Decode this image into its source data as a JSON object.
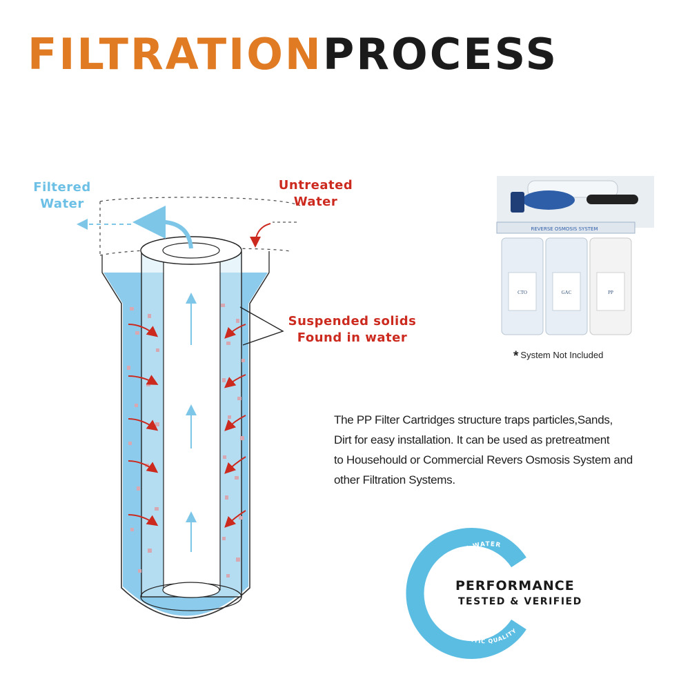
{
  "title": {
    "part1": "FILTRATION",
    "part2": "PROCESS"
  },
  "labels": {
    "filtered": [
      "Filtered",
      "Water"
    ],
    "untreated": [
      "Untreated",
      "Water"
    ],
    "solids": [
      "Suspended solids",
      "Found in water"
    ]
  },
  "product_photo": {
    "panel_text": "REVERSE OSMOSIS SYSTEM",
    "housing_labels": [
      "CTO",
      "GAC",
      "PP"
    ]
  },
  "note": {
    "asterisk": "*",
    "text": "System Not  Included"
  },
  "description": [
    "The PP Filter Cartridges structure traps particles,Sands,",
    "Dirt for easy installation. It can be used as pretreatment",
    "to Househould or Commercial Revers Osmosis System and",
    "other Filtration Systems."
  ],
  "badge": {
    "ring_text_top": "FILSADAE WATER",
    "ring_text_bottom": "PREMIUM  AUTHENTIC  QUALITY",
    "line1": "PERFORMANCE",
    "line2": "TESTED & VERIFIED"
  },
  "colors": {
    "orange": "#e07b24",
    "dark": "#1b1b1b",
    "light_blue": "#6cc0e6",
    "water_blue": "#8ccbec",
    "red": "#cc2a1f",
    "badge_blue": "#5cbde3"
  }
}
